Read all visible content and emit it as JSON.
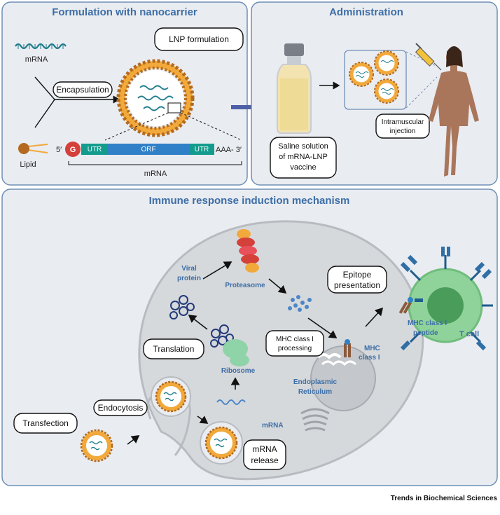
{
  "panels": {
    "formulation": {
      "title": "Formulation with nanocarrier",
      "mrna_label": "mRNA",
      "lipid_label": "Lipid",
      "encapsulation_label": "Encapsulation",
      "lnp_formulation_label": "LNP  formulation",
      "construct": {
        "five_prime": "5′",
        "cap": "G",
        "utr_left": "UTR",
        "orf": "ORF",
        "utr_right": "UTR",
        "tail": "AAA- 3′",
        "bracket_label": "mRNA"
      }
    },
    "administration": {
      "title": "Administration",
      "vaccine_label_line1": "Saline solution",
      "vaccine_label_line2": "of mRNA-LNP",
      "vaccine_label_line3": "vaccine",
      "injection_label_line1": "Intramuscular",
      "injection_label_line2": "injection"
    },
    "immune": {
      "title": "Immune response induction mechanism",
      "viral_protein_line1": "Viral",
      "viral_protein_line2": "protein",
      "proteasome": "Proteasome",
      "epitope_line1": "Epitope",
      "epitope_line2": "presentation",
      "translation": "Translation",
      "ribosome": "Ribosome",
      "mhc_processing_line1": "MHC class I",
      "mhc_processing_line2": "processing",
      "mhc_class_i_line1": "MHC",
      "mhc_class_i_line2": "class I",
      "mhc_peptide_line1": "MHC class I",
      "mhc_peptide_line2": "peptide",
      "t_cell": "T cell",
      "er_line1": "Endoplasmic",
      "er_line2": "Reticulum",
      "endocytosis": "Endocytosis",
      "transfection": "Transfection",
      "mrna": "mRNA",
      "mrna_release_line1": "mRNA",
      "mrna_release_line2": "release"
    }
  },
  "footer": "Trends in Biochemical Sciences",
  "colors": {
    "panel_bg": "#e9ecf1",
    "panel_border": "#6f8fb6",
    "title_blue": "#3d6ea6",
    "lipid_orange": "#f2a93b",
    "lipid_head": "#b36a1e",
    "cell_bg": "#dadde0",
    "t_cell_green": "#7ec98a",
    "t_cell_core": "#4a9c5a",
    "cap_red": "#d4403a",
    "utr_teal": "#139c8d",
    "orf_blue": "#2f80c7",
    "arrow_blue": "#4d5fa6"
  }
}
